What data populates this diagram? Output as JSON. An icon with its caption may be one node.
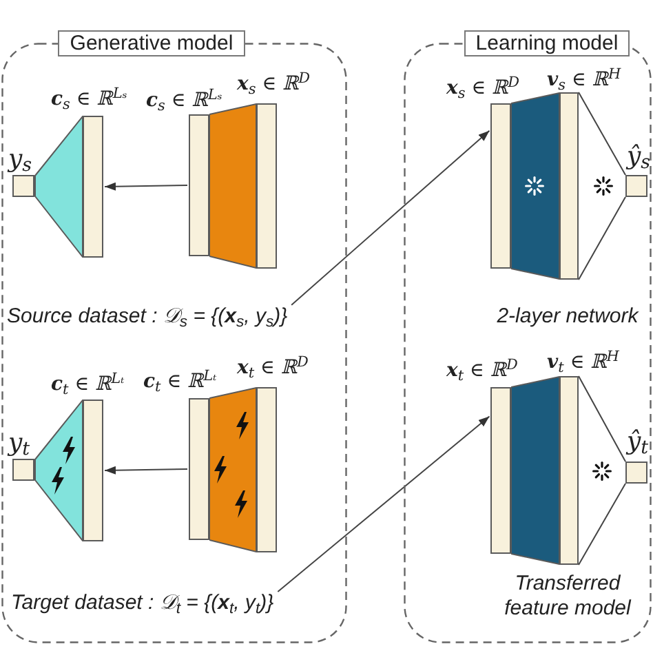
{
  "diagram": {
    "nodes": [
      {
        "text": [
          "Generative model"
        ]
      },
      {
        "text": [],
        "shape": "box",
        "in": 0,
        "beside": [
          "y$_{s}$"
        ]
      },
      {
        "text": [],
        "shape": "trapezoid",
        "in": 0
      },
      {
        "text": [],
        "shape": "bar",
        "in": 0,
        "beside": [
          "**c**$_{s}$ ∈ ℝ$^{Lₛ}$"
        ]
      },
      {
        "text": [],
        "shape": "bar",
        "in": 0,
        "beside": [
          "**c**$_{s}$ ∈ ℝ$^{Lₛ}$"
        ]
      },
      {
        "text": [],
        "shape": "trapezoid",
        "in": 0
      },
      {
        "text": [],
        "shape": "bar",
        "in": 0,
        "beside": [
          "**x**$_{s}$ ∈ ℝ$^{D}$"
        ]
      },
      {
        "text": [
          "Source dataset : 𝒟$_{s}$ = {(**x**$_{s}$, y$_{s}$)}"
        ],
        "in": 0
      },
      {
        "text": [],
        "shape": "box",
        "in": 0,
        "beside": [
          "y$_{t}$"
        ]
      },
      {
        "text": [],
        "shape": "trapezoid",
        "in": 0
      },
      {
        "text": [],
        "shape": "bar",
        "in": 0,
        "beside": [
          "**c**$_{t}$ ∈ ℝ$^{Lₜ}$"
        ]
      },
      {
        "text": [],
        "shape": "bar",
        "in": 0,
        "beside": [
          "**c**$_{t}$ ∈ ℝ$^{Lₜ}$"
        ]
      },
      {
        "text": [],
        "shape": "trapezoid",
        "in": 0
      },
      {
        "text": [],
        "shape": "bar",
        "in": 0,
        "beside": [
          "**x**$_{t}$ ∈ ℝ$^{D}$"
        ]
      },
      {
        "text": [
          "Target dataset : 𝒟$_{t}$ = {(**x**$_{t}$, y$_{t}$)}"
        ],
        "in": 0
      },
      {
        "text": [
          "Learning model"
        ]
      },
      {
        "text": [],
        "shape": "bar",
        "in": 15,
        "beside": [
          "**x**$_{s}$ ∈ ℝ$^{D}$"
        ]
      },
      {
        "text": [],
        "shape": "trapezoid",
        "in": 15
      },
      {
        "text": [],
        "shape": "bar",
        "in": 15,
        "beside": [
          "**v**$_{s}$ ∈ ℝ$^{H}$"
        ]
      },
      {
        "text": [],
        "shape": "box",
        "in": 15,
        "beside": [
          "ŷ$_{s}$"
        ]
      },
      {
        "text": [],
        "shape": "bar",
        "in": 15,
        "beside": [
          "**x**$_{t}$ ∈ ℝ$^{D}$"
        ]
      },
      {
        "text": [],
        "shape": "trapezoid",
        "in": 15
      },
      {
        "text": [],
        "shape": "bar",
        "in": 15,
        "beside": [
          "**v**$_{t}$ ∈ ℝ$^{H}$"
        ]
      },
      {
        "text": [],
        "shape": "box",
        "in": 15,
        "beside": [
          "ŷ$_{t}$"
        ]
      }
    ],
    "edges": [
      {
        "from": 4,
        "to": 3,
        "arrow": "to"
      },
      {
        "from": 11,
        "to": 10,
        "arrow": "to"
      },
      {
        "from": 7,
        "to": 16,
        "arrow": "to"
      },
      {
        "from": 14,
        "to": 20,
        "arrow": "to"
      },
      {
        "from": 18,
        "to": 19,
        "arrow": "none"
      },
      {
        "from": 18,
        "to": 19,
        "arrow": "none"
      },
      {
        "from": 22,
        "to": 23,
        "arrow": "none"
      },
      {
        "from": 22,
        "to": 23,
        "arrow": "none"
      }
    ],
    "labels": [
      "2-layer network",
      "Transferred feature model"
    ]
  }
}
